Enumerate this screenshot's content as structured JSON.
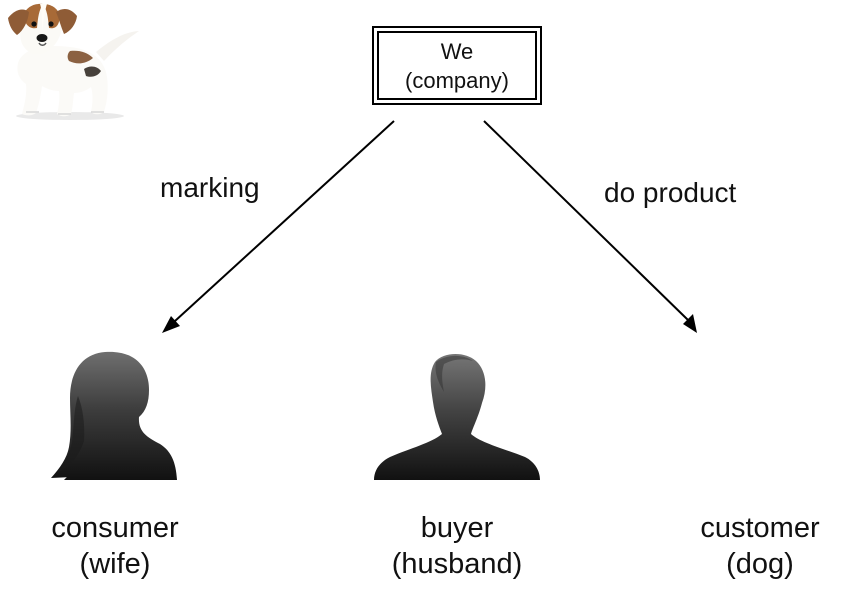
{
  "diagram": {
    "top_box": {
      "line1": "We",
      "line2": "(company)"
    },
    "edges": [
      {
        "label": "marking"
      },
      {
        "label": "do product"
      }
    ],
    "nodes": [
      {
        "caption_line1": "consumer",
        "caption_line2": "(wife)",
        "icon": "woman-silhouette-icon"
      },
      {
        "caption_line1": "buyer",
        "caption_line2": "(husband)",
        "icon": "man-silhouette-icon"
      },
      {
        "caption_line1": "customer",
        "caption_line2": "(dog)",
        "icon": "dog-icon"
      }
    ]
  }
}
